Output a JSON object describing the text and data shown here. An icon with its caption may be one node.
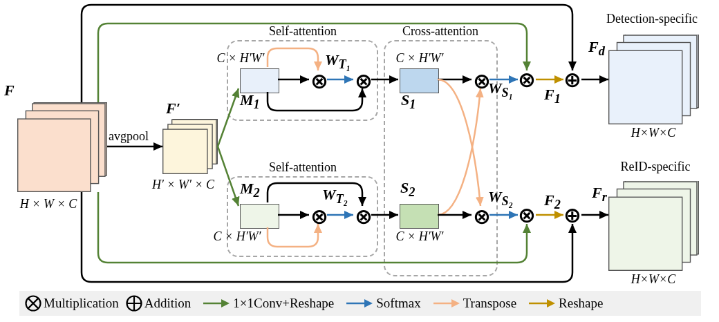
{
  "diagram": {
    "nodes": [
      {
        "text": [
          "F"
        ],
        "beside": [
          "H × W × C"
        ]
      },
      {
        "text": [
          "F′"
        ],
        "beside": [
          "H′ × W′ × C"
        ]
      },
      {
        "text": [
          "Self-attention"
        ]
      },
      {
        "text": [
          "C × H′W′",
          "M$_{1}$"
        ],
        "in": 2
      },
      {
        "text": [
          "⊗"
        ],
        "in": 2
      },
      {
        "text": [
          "⊗"
        ],
        "in": 2
      },
      {
        "text": [
          "Cross-attention"
        ]
      },
      {
        "text": [
          "C × H′W′",
          "S$_{1}$"
        ],
        "in": 6
      },
      {
        "text": [
          "⊗"
        ],
        "in": 6
      },
      {
        "text": [
          "⊗"
        ]
      },
      {
        "text": [
          "⊕"
        ]
      },
      {
        "text": [
          "Detection-specific",
          "F$_{d}$"
        ],
        "beside": [
          "H×W×C"
        ]
      },
      {
        "text": [
          "Self-attention"
        ]
      },
      {
        "text": [
          "M$_{2}$",
          "C × H′W′"
        ],
        "in": 12
      },
      {
        "text": [
          "⊗"
        ],
        "in": 12
      },
      {
        "text": [
          "⊗"
        ],
        "in": 12
      },
      {
        "text": [
          "S$_{2}$",
          "C × H′W′"
        ],
        "in": 6
      },
      {
        "text": [
          "⊗"
        ],
        "in": 6
      },
      {
        "text": [
          "⊗"
        ]
      },
      {
        "text": [
          "⊕"
        ]
      },
      {
        "text": [
          "ReID-specific",
          "F$_{r}$"
        ],
        "beside": [
          "H×W×C"
        ]
      }
    ],
    "edges": [
      {
        "from": 0,
        "to": 1,
        "arrow": "to",
        "label": "avgpool"
      },
      {
        "from": 1,
        "to": 3,
        "arrow": "to",
        "color": "#548235"
      },
      {
        "from": 1,
        "to": 13,
        "arrow": "to",
        "color": "#548235"
      },
      {
        "from": 3,
        "to": 4,
        "arrow": "to"
      },
      {
        "from": 3,
        "to": 4,
        "arrow": "to",
        "color": "#f4b183"
      },
      {
        "from": 4,
        "to": 5,
        "arrow": "to",
        "color": "#2e75b6",
        "label": "W$_{T₁}$"
      },
      {
        "from": 3,
        "to": 5,
        "arrow": "to"
      },
      {
        "from": 5,
        "to": 7,
        "arrow": "to"
      },
      {
        "from": 7,
        "to": 8,
        "arrow": "to"
      },
      {
        "from": 7,
        "to": 17,
        "arrow": "to",
        "color": "#f4b183"
      },
      {
        "from": 16,
        "to": 8,
        "arrow": "to",
        "color": "#f4b183"
      },
      {
        "from": 8,
        "to": 9,
        "arrow": "to",
        "color": "#2e75b6",
        "label": "W$_{S₁}$"
      },
      {
        "from": 0,
        "to": 9,
        "arrow": "to",
        "color": "#548235"
      },
      {
        "from": 9,
        "to": 10,
        "arrow": "to",
        "color": "#bf9000",
        "label": "F$_{1}$"
      },
      {
        "from": 0,
        "to": 10,
        "arrow": "to"
      },
      {
        "from": 10,
        "to": 11,
        "arrow": "to"
      },
      {
        "from": 13,
        "to": 14,
        "arrow": "to"
      },
      {
        "from": 13,
        "to": 14,
        "arrow": "to",
        "color": "#f4b183"
      },
      {
        "from": 14,
        "to": 15,
        "arrow": "to",
        "color": "#2e75b6",
        "label": "W$_{T₂}$"
      },
      {
        "from": 13,
        "to": 15,
        "arrow": "to"
      },
      {
        "from": 15,
        "to": 16,
        "arrow": "to"
      },
      {
        "from": 16,
        "to": 17,
        "arrow": "to"
      },
      {
        "from": 17,
        "to": 18,
        "arrow": "to",
        "color": "#2e75b6",
        "label": "W$_{S₂}$"
      },
      {
        "from": 0,
        "to": 18,
        "arrow": "to",
        "color": "#548235"
      },
      {
        "from": 18,
        "to": 19,
        "arrow": "to",
        "color": "#bf9000",
        "label": "F$_{2}$"
      },
      {
        "from": 0,
        "to": 19,
        "arrow": "to"
      },
      {
        "from": 19,
        "to": 20,
        "arrow": "to"
      }
    ],
    "legend": [
      {
        "text": "Multiplication"
      },
      {
        "text": "Addition"
      },
      {
        "text": "1×1Conv+Reshape",
        "color": "#548235"
      },
      {
        "text": "Softmax",
        "color": "#2e75b6"
      },
      {
        "text": "Transpose",
        "color": "#f4b183"
      },
      {
        "text": "Reshape",
        "color": "#bf9000"
      }
    ]
  }
}
